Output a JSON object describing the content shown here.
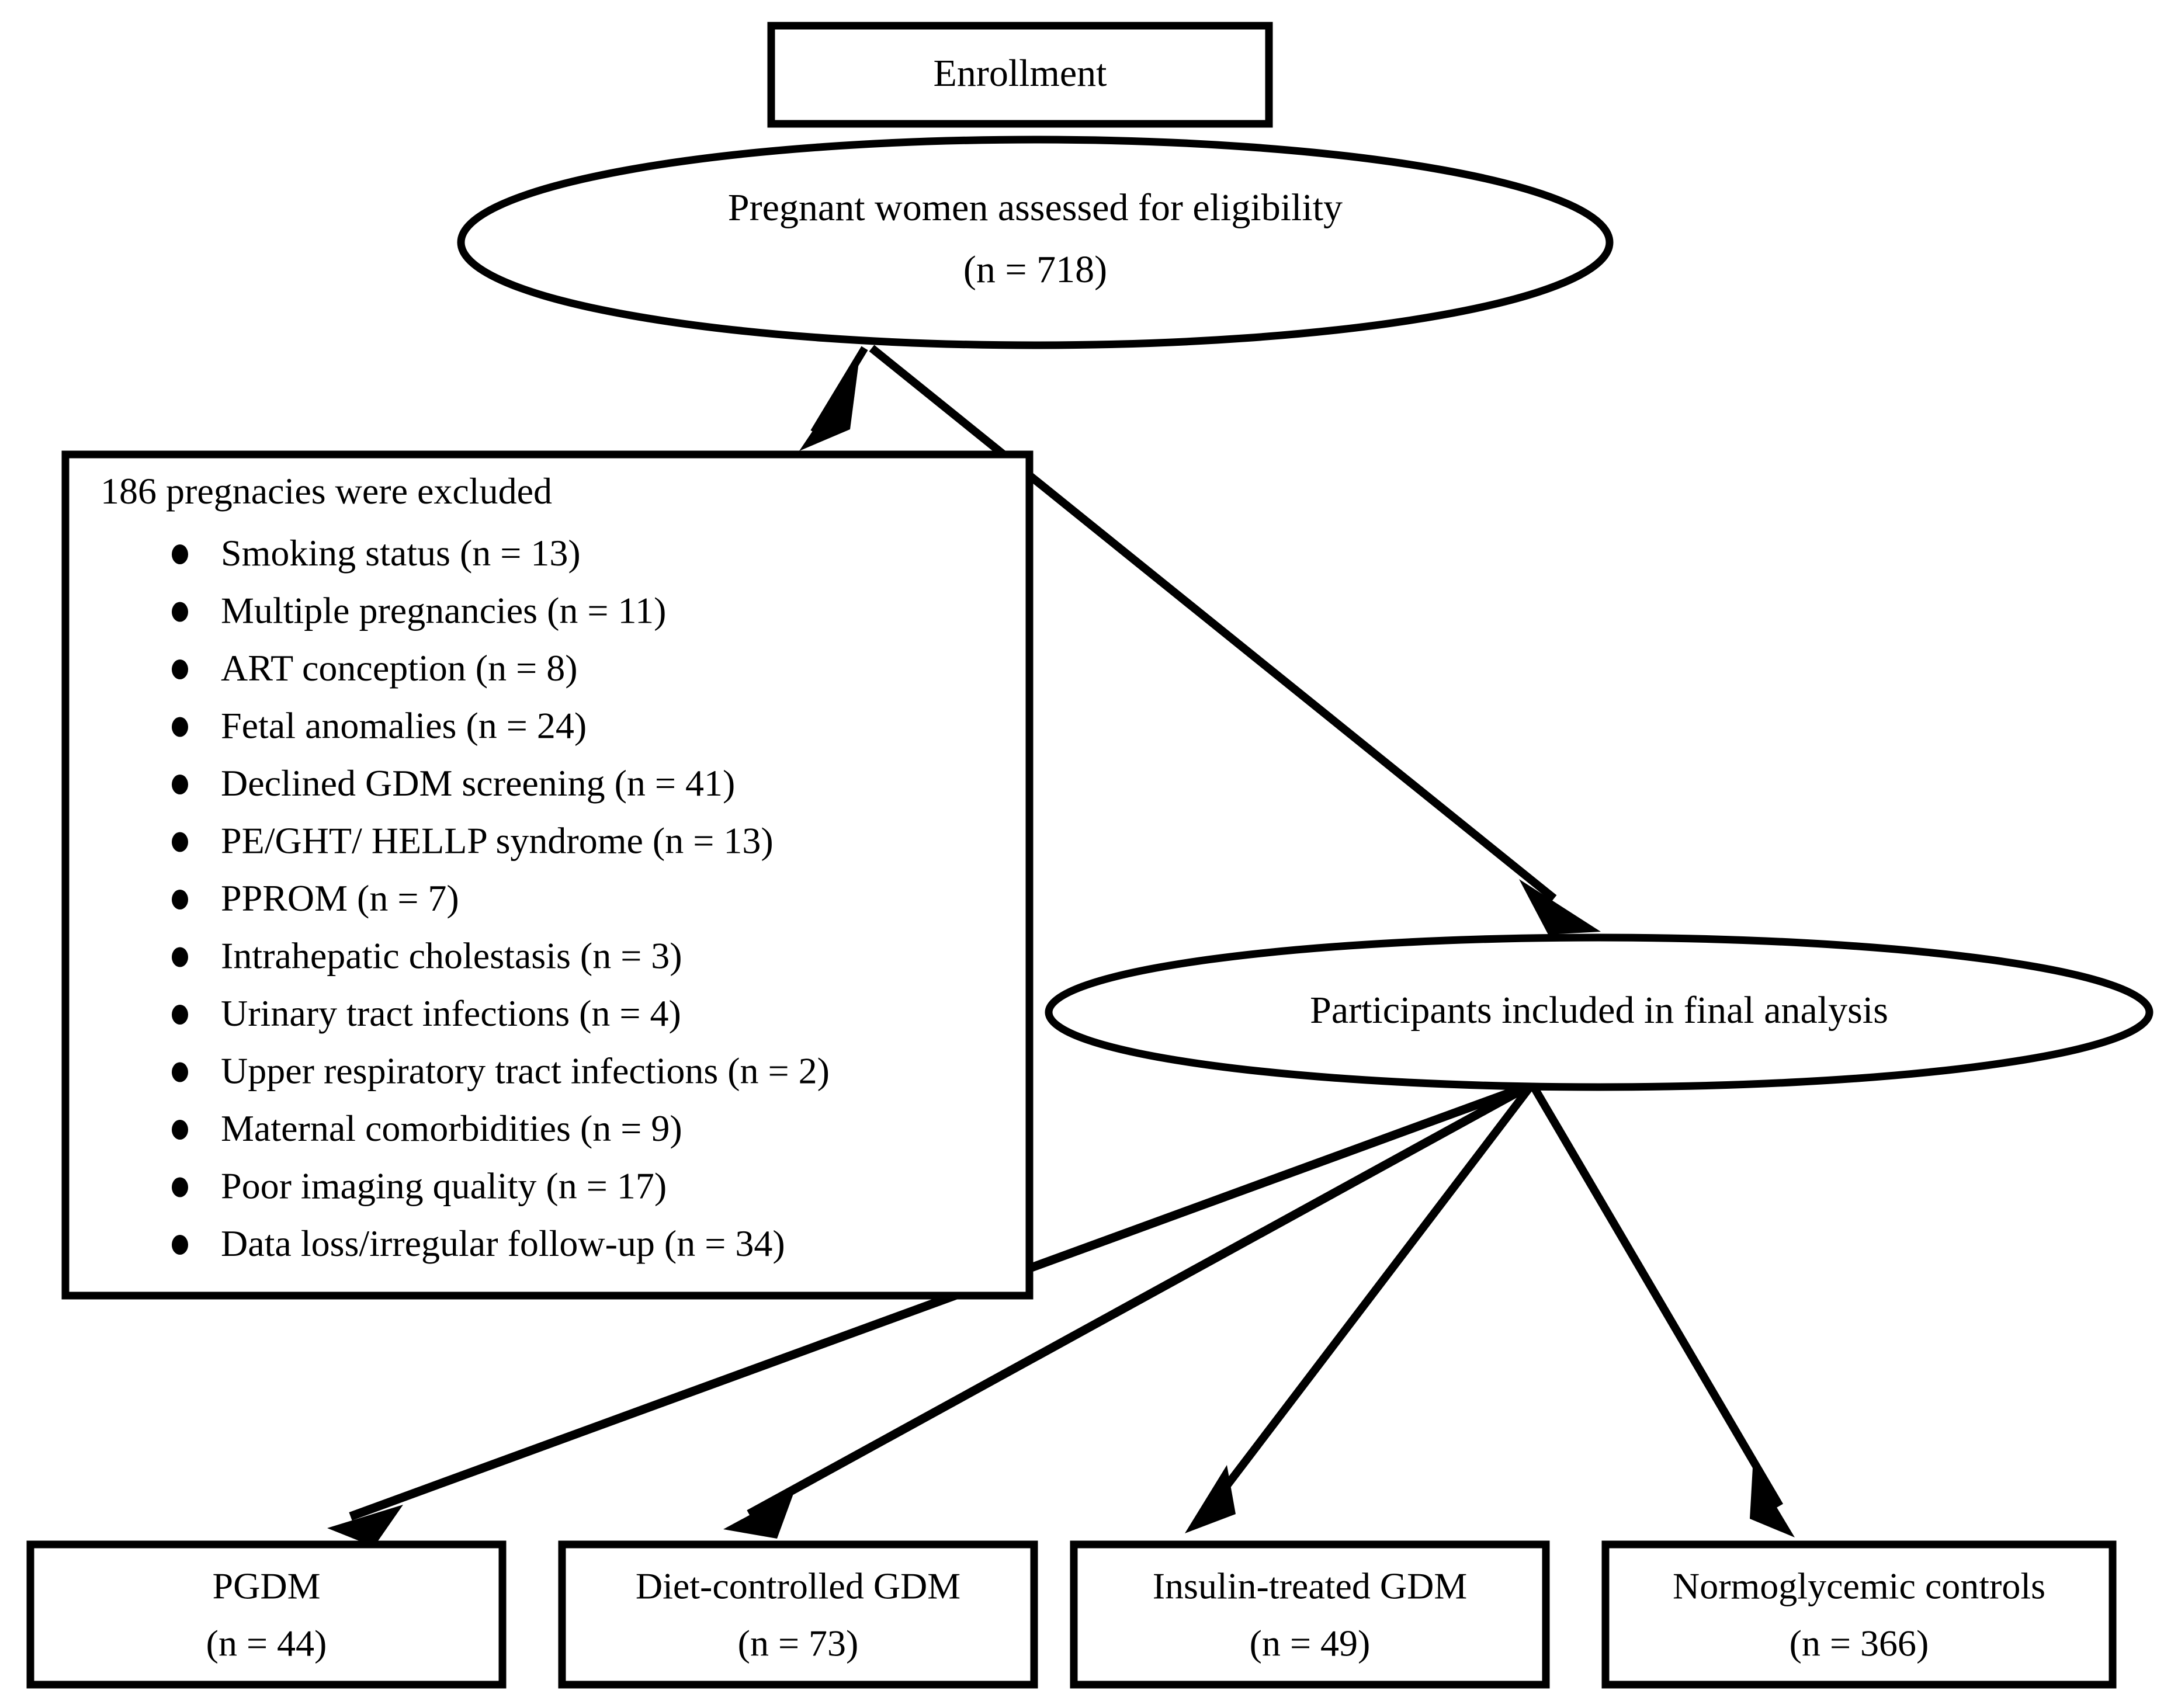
{
  "diagram": {
    "title": "CONSORT-style participant flow diagram",
    "line_color": "#000000",
    "fill_color": "#ffffff"
  },
  "enrollment_box": {
    "label": "Enrollment"
  },
  "eligibility_ellipse": {
    "line1": "Pregnant women assessed for eligibility",
    "line2": "(n = 718)"
  },
  "exclusion_box": {
    "heading": "186 pregnacies were excluded",
    "items": [
      "Smoking status (n = 13)",
      "Multiple pregnancies (n = 11)",
      "ART conception (n = 8)",
      "Fetal anomalies (n = 24)",
      "Declined GDM screening (n = 41)",
      "PE/GHT/ HELLP syndrome (n = 13)",
      "PPROM (n = 7)",
      "Intrahepatic cholestasis (n = 3)",
      "Urinary tract infections (n = 4)",
      "Upper respiratory tract infections (n = 2)",
      "Maternal comorbidities (n = 9)",
      "Poor imaging quality (n = 17)",
      "Data loss/irregular follow-up (n = 34)"
    ]
  },
  "final_analysis_ellipse": {
    "line1": "Participants included in final analysis"
  },
  "group_boxes": [
    {
      "name": "PGDM",
      "count": "(n = 44)"
    },
    {
      "name": "Diet-controlled GDM",
      "count": "(n = 73)"
    },
    {
      "name": "Insulin-treated GDM",
      "count": "(n = 49)"
    },
    {
      "name": "Normoglycemic controls",
      "count": "(n = 366)"
    }
  ],
  "chart_data": {
    "type": "table",
    "title": "Participant flow",
    "assessed_for_eligibility": 718,
    "excluded_total": 186,
    "exclusion_reasons": [
      {
        "reason": "Smoking status",
        "n": 13
      },
      {
        "reason": "Multiple pregnancies",
        "n": 11
      },
      {
        "reason": "ART conception",
        "n": 8
      },
      {
        "reason": "Fetal anomalies",
        "n": 24
      },
      {
        "reason": "Declined GDM screening",
        "n": 41
      },
      {
        "reason": "PE/GHT/ HELLP syndrome",
        "n": 13
      },
      {
        "reason": "PPROM",
        "n": 7
      },
      {
        "reason": "Intrahepatic cholestasis",
        "n": 3
      },
      {
        "reason": "Urinary tract infections",
        "n": 4
      },
      {
        "reason": "Upper respiratory tract infections",
        "n": 2
      },
      {
        "reason": "Maternal comorbidities",
        "n": 9
      },
      {
        "reason": "Poor imaging quality",
        "n": 17
      },
      {
        "reason": "Data loss/irregular follow-up",
        "n": 34
      }
    ],
    "final_groups": [
      {
        "group": "PGDM",
        "n": 44
      },
      {
        "group": "Diet-controlled GDM",
        "n": 73
      },
      {
        "group": "Insulin-treated GDM",
        "n": 49
      },
      {
        "group": "Normoglycemic controls",
        "n": 366
      }
    ]
  }
}
